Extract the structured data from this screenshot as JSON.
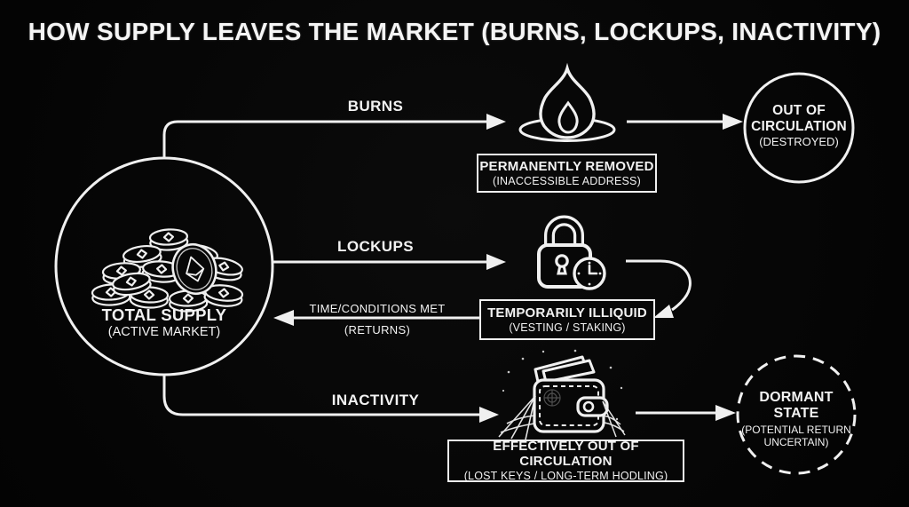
{
  "title": "HOW SUPPLY LEAVES THE MARKET (BURNS, LOCKUPS, INACTIVITY)",
  "colors": {
    "background": "#070707",
    "foreground": "#f2f2f2"
  },
  "source_node": {
    "title": "TOTAL SUPPLY",
    "subtitle": "(ACTIVE MARKET)",
    "icon": "eth-coin-pile-icon"
  },
  "branches": {
    "burns": {
      "flow_label": "BURNS",
      "icon": "fire-icon",
      "state_box": {
        "title": "PERMANENTLY REMOVED",
        "subtitle": "(INACCESSIBLE ADDRESS)"
      },
      "outcome_node": {
        "shape": "solid-circle",
        "title_lines": [
          "OUT OF",
          "CIRCULATION"
        ],
        "subtitle_lines": [
          "(DESTROYED)"
        ]
      }
    },
    "lockups": {
      "flow_label": "LOCKUPS",
      "icon": "padlock-clock-icon",
      "state_box": {
        "title": "TEMPORARILY ILLIQUID",
        "subtitle": "(VESTING / STAKING)"
      },
      "return_flow": {
        "condition_label": "TIME/CONDITIONS MET",
        "action_label": "(RETURNS)"
      }
    },
    "inactivity": {
      "flow_label": "INACTIVITY",
      "icon": "cobweb-wallet-icon",
      "state_box": {
        "title": "EFFECTIVELY OUT OF CIRCULATION",
        "subtitle": "(LOST KEYS / LONG-TERM HODLING)"
      },
      "outcome_node": {
        "shape": "dashed-circle",
        "title_lines": [
          "DORMANT",
          "STATE"
        ],
        "subtitle_lines": [
          "(POTENTIAL RETURN",
          "UNCERTAIN)"
        ]
      }
    }
  }
}
